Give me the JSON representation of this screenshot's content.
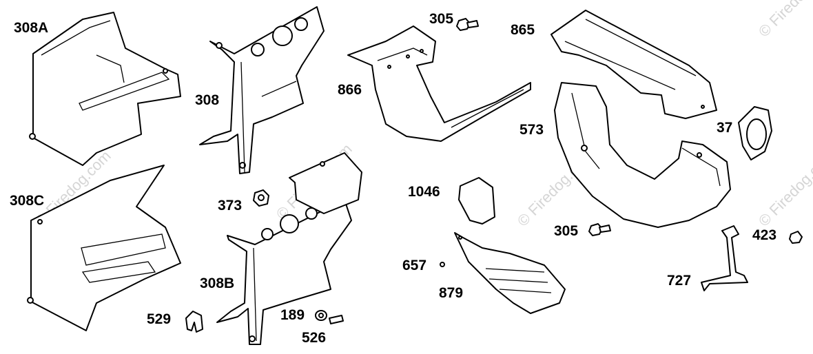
{
  "diagram": {
    "labels": {
      "l308a": "308A",
      "l308": "308",
      "l308c": "308C",
      "l373": "373",
      "l308b": "308B",
      "l529": "529",
      "l189": "189",
      "l526": "526",
      "l305a": "305",
      "l866": "866",
      "l865": "865",
      "l573": "573",
      "l37": "37",
      "l1046": "1046",
      "l657": "657",
      "l879": "879",
      "l305b": "305",
      "l423": "423",
      "l727": "727"
    },
    "watermark": "© Firedog.com"
  }
}
